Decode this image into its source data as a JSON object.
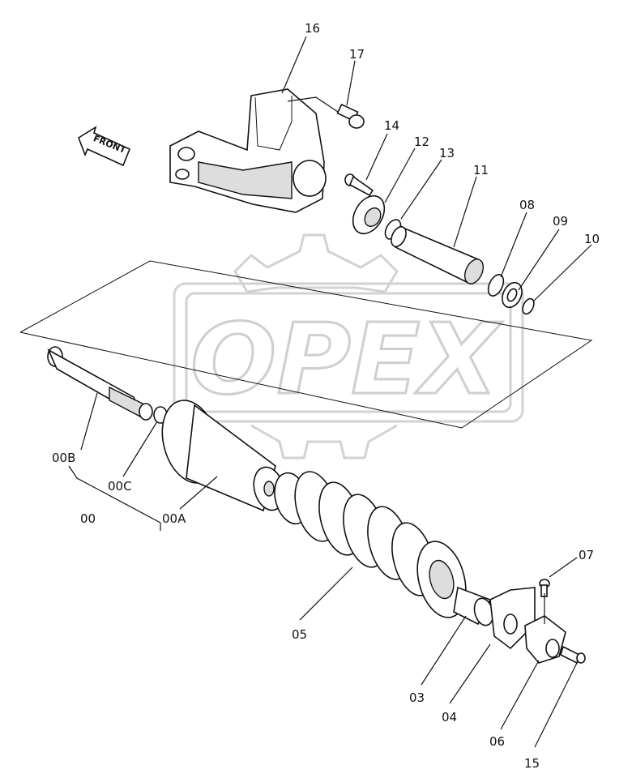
{
  "watermark": {
    "text": "OPEX"
  },
  "arrow": {
    "text": "FRONT"
  },
  "labels": {
    "p16": "16",
    "p17": "17",
    "p14": "14",
    "p12": "12",
    "p13": "13",
    "p11": "11",
    "p08": "08",
    "p09": "09",
    "p10": "10",
    "p00B": "00B",
    "p00C": "00C",
    "p00": "00",
    "p00A": "00A",
    "p05": "05",
    "p07": "07",
    "p03": "03",
    "p04": "04",
    "p06": "06",
    "p15": "15"
  }
}
